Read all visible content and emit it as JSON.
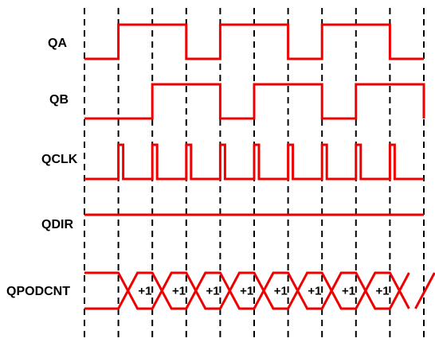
{
  "signals": [
    {
      "id": "qa",
      "label": "QA",
      "kind": "square",
      "initial": 0,
      "transitions": [
        1,
        3,
        4,
        6,
        7,
        9
      ]
    },
    {
      "id": "qb",
      "label": "QB",
      "kind": "square",
      "initial": 0,
      "transitions": [
        2,
        4,
        5,
        7,
        8,
        10
      ]
    },
    {
      "id": "qclk",
      "label": "QCLK",
      "kind": "pulses",
      "pulses_at": [
        1,
        2,
        3,
        4,
        5,
        6,
        7,
        8,
        9
      ]
    },
    {
      "id": "qdir",
      "label": "QDIR",
      "kind": "constant",
      "level": 1
    },
    {
      "id": "qpodcnt",
      "label": "QPODCNT",
      "kind": "bus",
      "crossings_at": [
        1,
        2,
        3,
        4,
        5,
        6,
        7,
        8,
        9
      ],
      "segment_label": "+1"
    }
  ],
  "grid_lines": 11,
  "colors": {
    "waveform": "#ee0000",
    "grid": "#000000",
    "text": "#000000"
  }
}
